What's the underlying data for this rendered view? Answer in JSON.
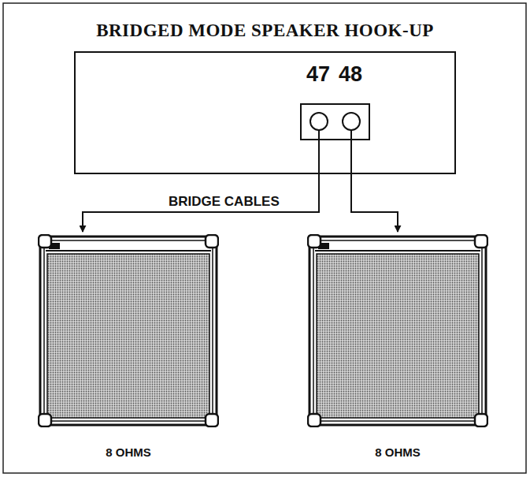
{
  "diagram": {
    "title": "BRIDGED MODE SPEAKER HOOK-UP",
    "nodes": [
      {
        "text": [
          "47",
          "48"
        ]
      },
      {
        "text": [
          "8 OHMS"
        ]
      },
      {
        "text": [
          "8 OHMS"
        ]
      }
    ],
    "edges": [
      {
        "from": 0,
        "to": 1,
        "arrow": "to"
      },
      {
        "from": 0,
        "to": 2,
        "arrow": "to"
      }
    ],
    "labels": [
      "BRIDGE CABLES"
    ]
  }
}
